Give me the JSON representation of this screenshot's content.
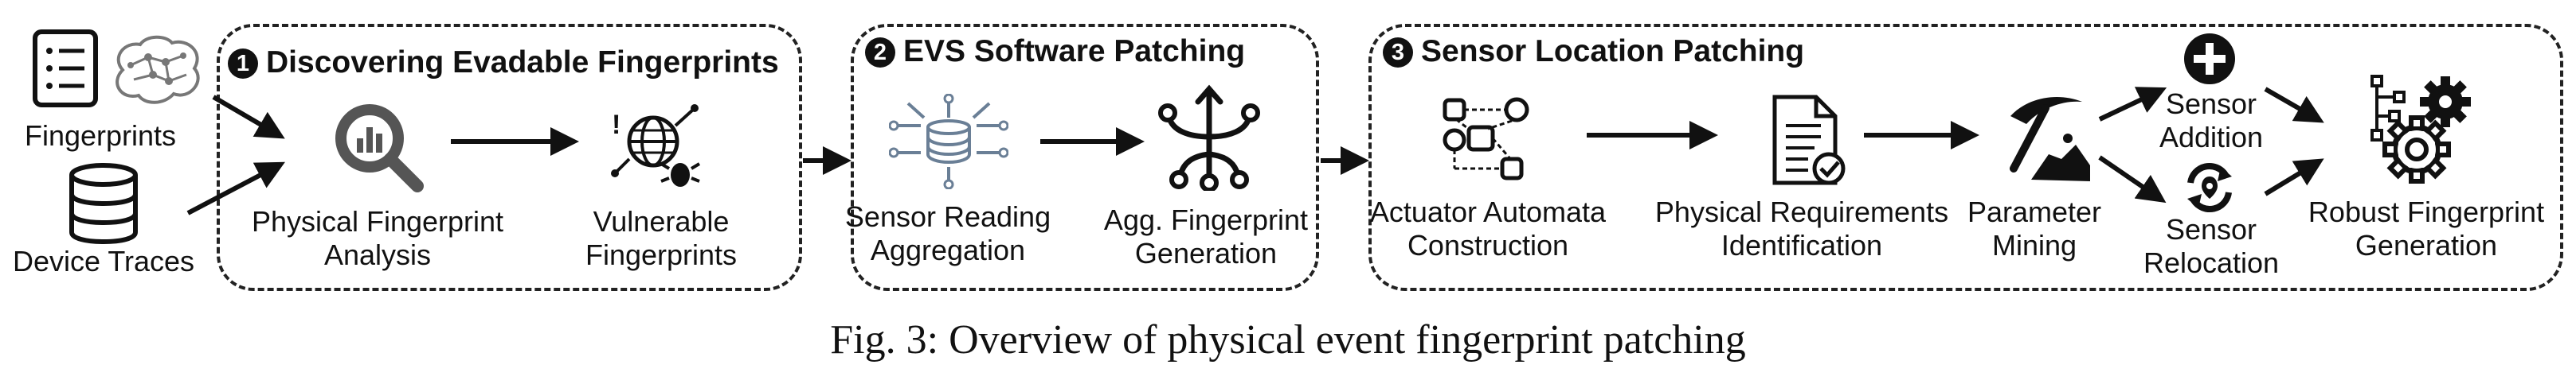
{
  "inputs": {
    "fingerprints": "Fingerprints",
    "device_traces": "Device Traces"
  },
  "stage1": {
    "number": "1",
    "title": "Discovering Evadable Fingerprints",
    "physical_analysis": [
      "Physical Fingerprint",
      "Analysis"
    ],
    "vulnerable": [
      "Vulnerable",
      "Fingerprints"
    ]
  },
  "stage2": {
    "number": "2",
    "title": "EVS Software Patching",
    "sensor_reading": [
      "Sensor Reading",
      "Aggregation"
    ],
    "agg_fingerprint": [
      "Agg. Fingerprint",
      "Generation"
    ]
  },
  "stage3": {
    "number": "3",
    "title": "Sensor Location Patching",
    "actuator": [
      "Actuator Automata",
      "Construction"
    ],
    "requirements": [
      "Physical Requirements",
      "Identification"
    ],
    "parameter": [
      "Parameter",
      "Mining"
    ],
    "addition": [
      "Sensor",
      "Addition"
    ],
    "relocation": [
      "Sensor",
      "Relocation"
    ],
    "robust": [
      "Robust Fingerprint",
      "Generation"
    ]
  },
  "caption": "Fig. 3: Overview of physical event fingerprint patching",
  "icons": [
    "list-icon",
    "brain-network-icon",
    "database-icon",
    "magnifier-chart-icon",
    "bug-globe-icon",
    "aggregation-hub-icon",
    "branch-tree-icon",
    "automata-icon",
    "checklist-document-icon",
    "pickaxe-mining-icon",
    "plus-circle-icon",
    "relocate-cycle-icon",
    "gears-icon"
  ]
}
